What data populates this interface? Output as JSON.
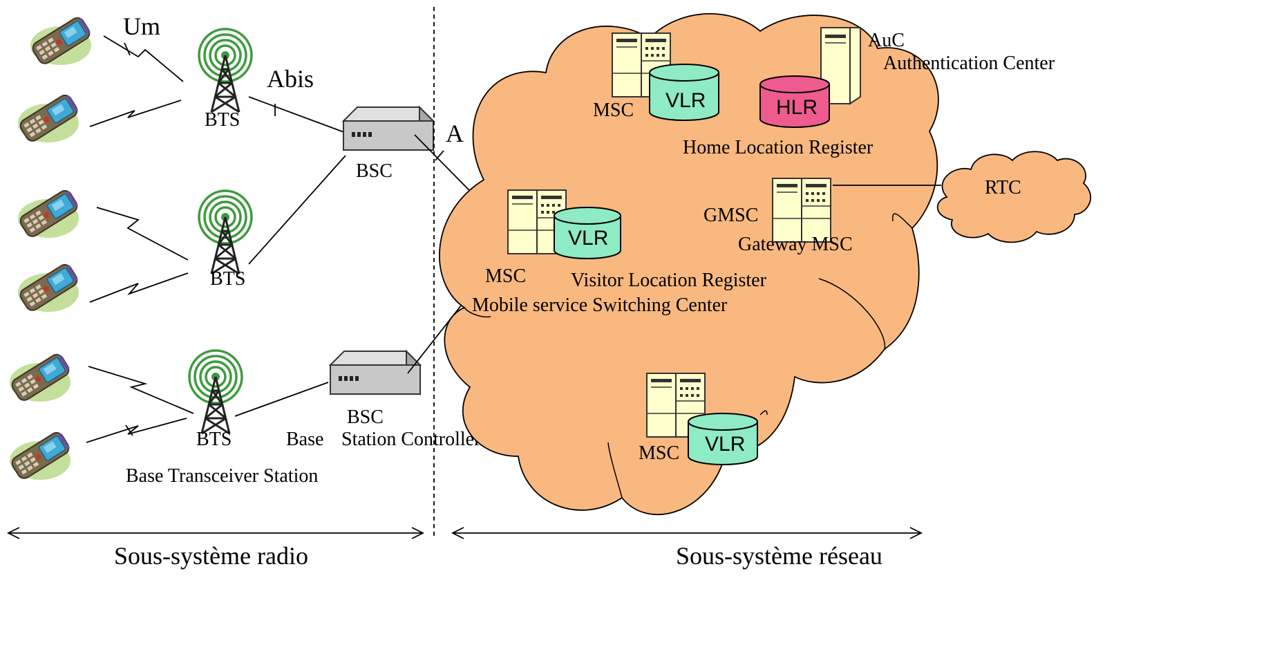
{
  "interfaces": {
    "um": "Um",
    "abis": "Abis",
    "a": "A"
  },
  "radio": {
    "bts_1": "BTS",
    "bts_2": "BTS",
    "bts_3": "BTS",
    "bts_full": "Base Transceiver Station",
    "bsc_1": "BSC",
    "bsc_2": "BSC",
    "bsc_full_prefix": "Base",
    "bsc_full_rest": "Station Controller"
  },
  "network": {
    "msc_top": "MSC",
    "vlr_top": "VLR",
    "hlr": "HLR",
    "auc": "AuC",
    "auc_full": "Authentication Center",
    "hlr_full": "Home Location Register",
    "gmsc": "GMSC",
    "gmsc_full": "Gateway MSC",
    "msc_mid": "MSC",
    "vlr_mid": "VLR",
    "vlr_full": "Visitor Location Register",
    "msc_full": "Mobile service Switching Center",
    "msc_bottom": "MSC",
    "vlr_bottom": "VLR",
    "rtc": "RTC"
  },
  "subsystems": {
    "radio": "Sous-système radio",
    "network": "Sous-système réseau"
  },
  "colors": {
    "cloud": "#F9B87F",
    "vlr": "#8EEBC4",
    "hlr": "#EF5B8E",
    "server": "#FFFFCC",
    "bsc": "#C8C8C8",
    "tower": "#3E9A3E",
    "phone_body": "#7A6A50",
    "phone_screen": "#3FA9D8"
  }
}
